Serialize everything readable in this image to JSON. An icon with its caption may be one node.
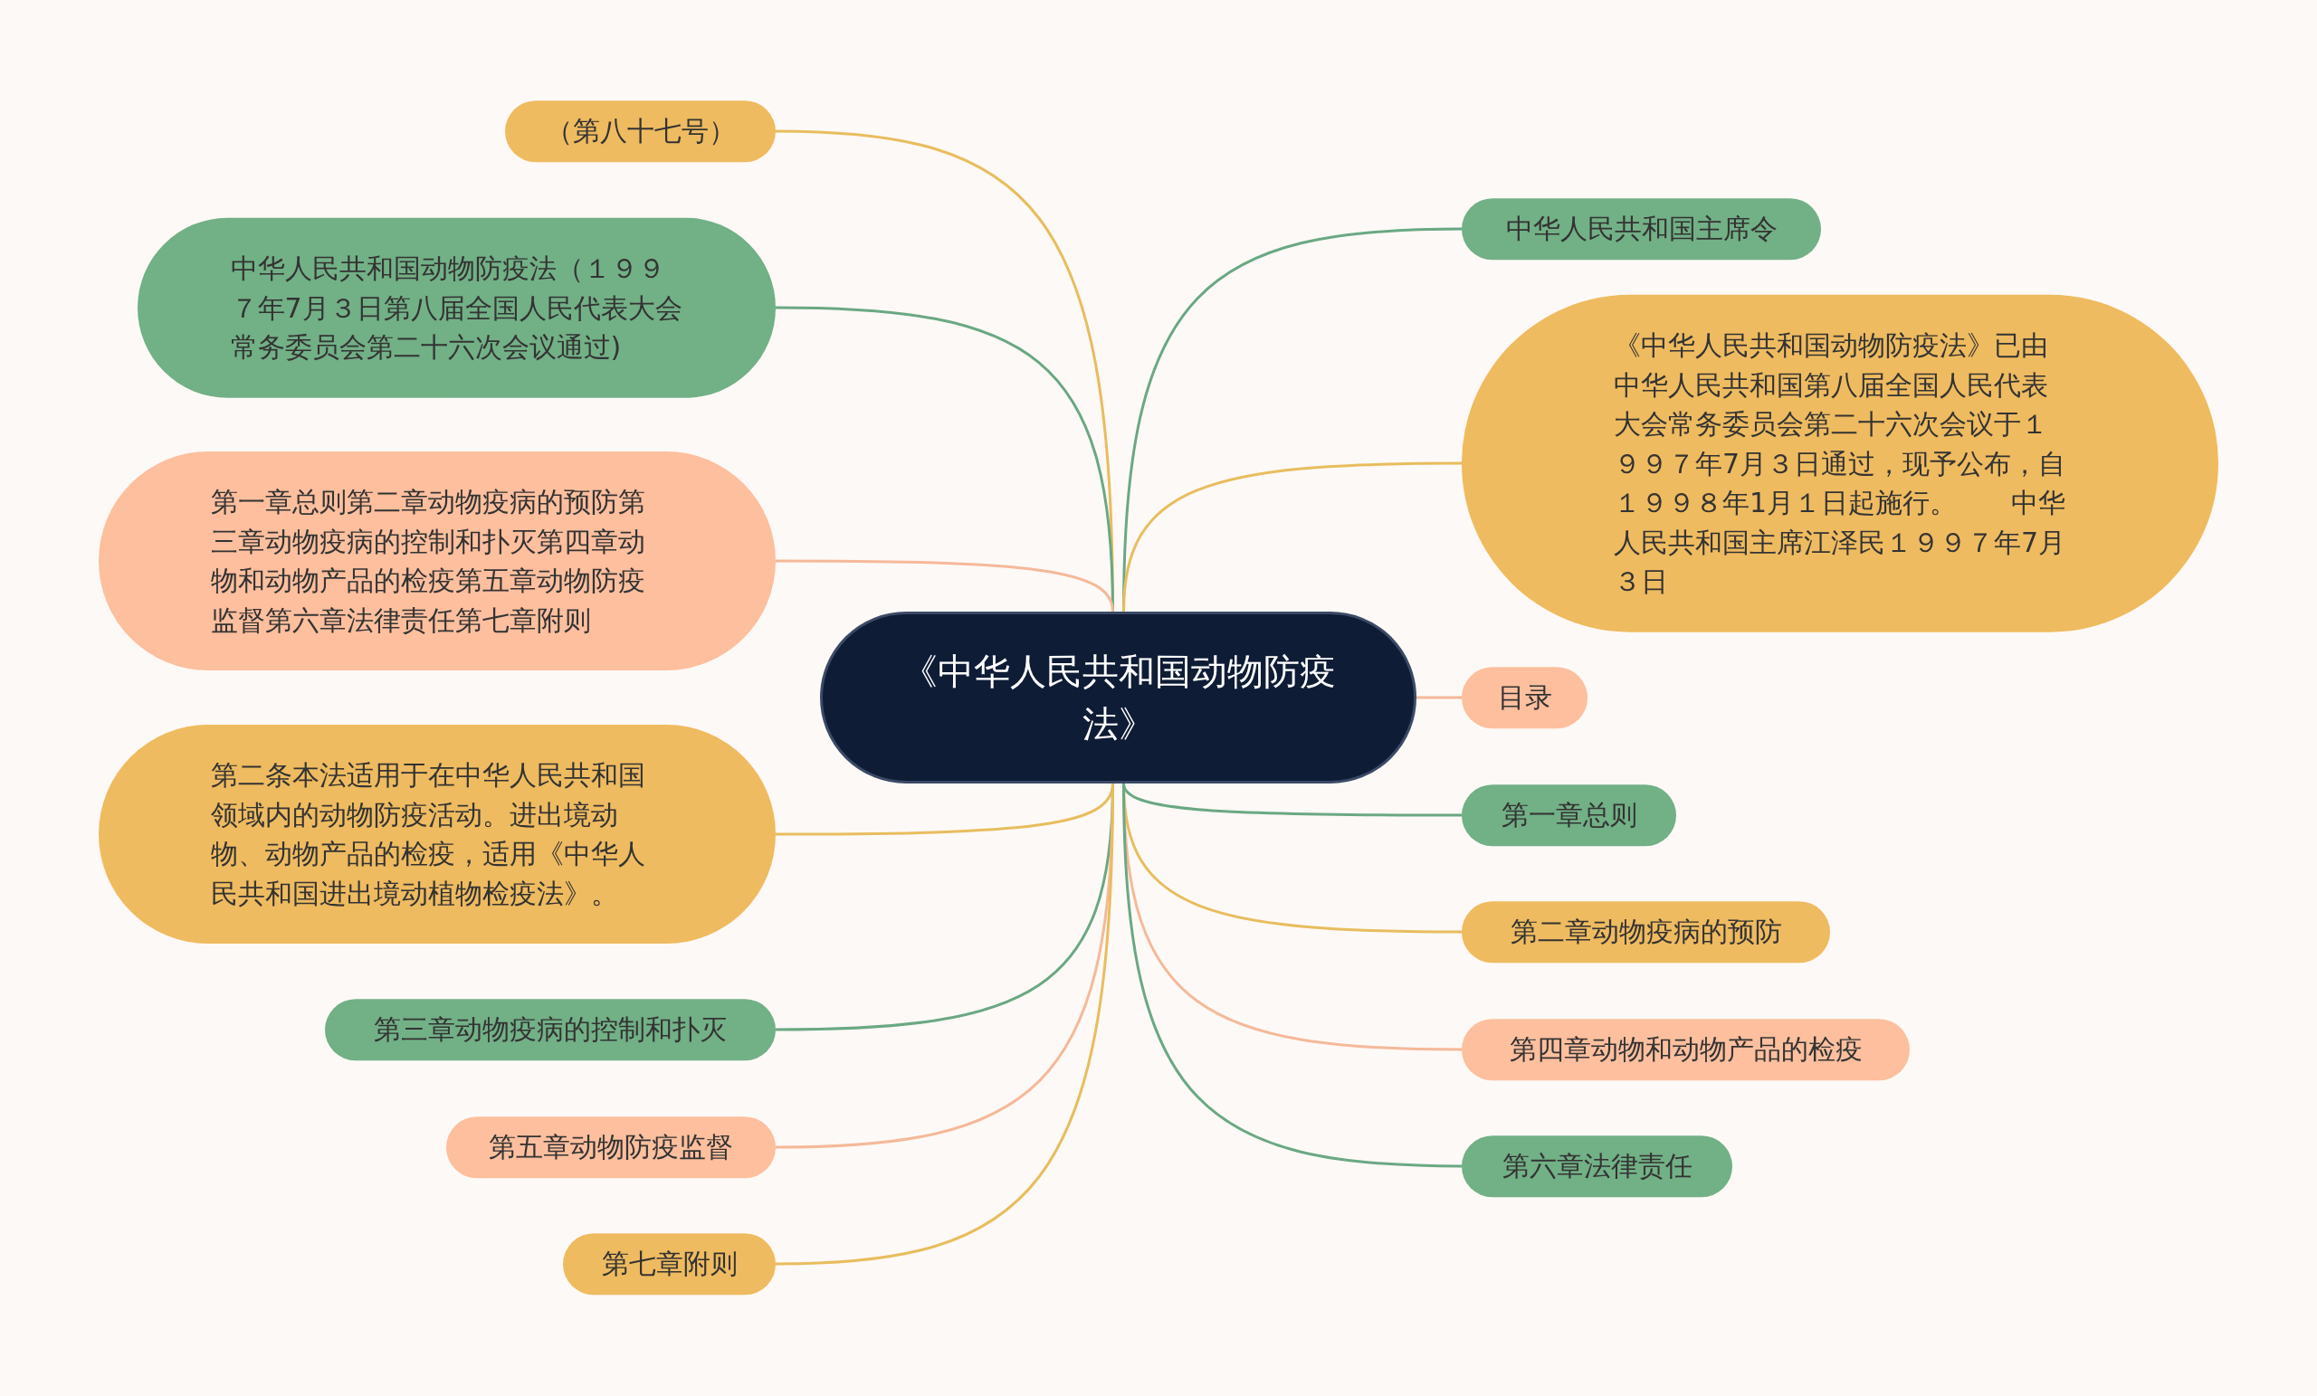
{
  "diagram": {
    "nodes": [
      {
        "text": [
          "《中华人民共和国动物防疫法》"
        ]
      },
      {
        "text": [
          "（第八十七号）"
        ]
      },
      {
        "text": [
          "中华人民共和国动物防疫法（１９９７年7月３日第八届全国人民代表大会常务委员会第二十六次会议通过)"
        ]
      },
      {
        "text": [
          "第一章总则第二章动物疫病的预防第三章动物疫病的控制和扑灭第四章动物和动物产品的检疫第五章动物防疫监督第六章法律责任第七章附则"
        ]
      },
      {
        "text": [
          "第二条本法适用于在中华人民共和国领域内的动物防疫活动。进出境动物、动物产品的检疫，适用《中华人民共和国进出境动植物检疫法》。"
        ]
      },
      {
        "text": [
          "第三章动物疫病的控制和扑灭"
        ]
      },
      {
        "text": [
          "第五章动物防疫监督"
        ]
      },
      {
        "text": [
          "第七章附则"
        ]
      },
      {
        "text": [
          "中华人民共和国主席令"
        ]
      },
      {
        "text": [
          "《中华人民共和国动物防疫法》已由中华人民共和国第八届全国人民代表大会常务委员会第二十六次会议于１９９７年7月３日通过，现予公布，自１９９８年1月１日起施行。　　中华人民共和国主席江泽民１９９７年7月３日"
        ]
      },
      {
        "text": [
          "目录"
        ]
      },
      {
        "text": [
          "第一章总则"
        ]
      },
      {
        "text": [
          "第二章动物疫病的预防"
        ]
      },
      {
        "text": [
          "第四章动物和动物产品的检疫"
        ]
      },
      {
        "text": [
          "第六章法律责任"
        ]
      }
    ],
    "edges": [
      {
        "from": 0,
        "to": 1,
        "arrow": "none",
        "color": "#e8bd5e"
      },
      {
        "from": 0,
        "to": 2,
        "arrow": "none",
        "color": "#6aa883"
      },
      {
        "from": 0,
        "to": 3,
        "arrow": "none",
        "color": "#f5b99a"
      },
      {
        "from": 0,
        "to": 4,
        "arrow": "none",
        "color": "#e8bd5e"
      },
      {
        "from": 0,
        "to": 5,
        "arrow": "none",
        "color": "#6aa883"
      },
      {
        "from": 0,
        "to": 6,
        "arrow": "none",
        "color": "#f5b99a"
      },
      {
        "from": 0,
        "to": 7,
        "arrow": "none",
        "color": "#e8bd5e"
      },
      {
        "from": 0,
        "to": 8,
        "arrow": "none",
        "color": "#6aa883"
      },
      {
        "from": 0,
        "to": 9,
        "arrow": "none",
        "color": "#e8bd5e"
      },
      {
        "from": 0,
        "to": 10,
        "arrow": "none",
        "color": "#f5b99a"
      },
      {
        "from": 0,
        "to": 11,
        "arrow": "none",
        "color": "#6aa883"
      },
      {
        "from": 0,
        "to": 12,
        "arrow": "none",
        "color": "#e8bd5e"
      },
      {
        "from": 0,
        "to": 13,
        "arrow": "none",
        "color": "#f5b99a"
      },
      {
        "from": 0,
        "to": 14,
        "arrow": "none",
        "color": "#6aa883"
      }
    ]
  }
}
